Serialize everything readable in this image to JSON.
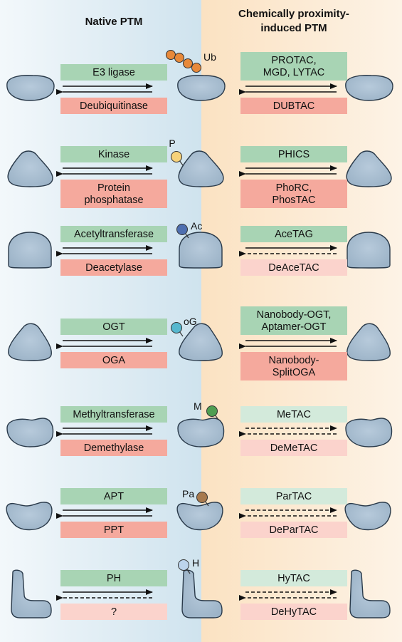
{
  "headers": {
    "native": "Native PTM",
    "chemical_line1": "Chemically proximity-",
    "chemical_line2": "induced PTM"
  },
  "rows": [
    {
      "ptm": "Ub",
      "native_top": [
        "E3 ligase"
      ],
      "native_bottom": [
        "Deubiquitinase"
      ],
      "chem_top": [
        "PROTAC,",
        "MGD, LYTAC"
      ],
      "chem_bottom": [
        "DUBTAC"
      ],
      "native_bottom_dashed": false,
      "chem_top_dashed": false,
      "chem_bottom_dashed": false,
      "shape": "oval"
    },
    {
      "ptm": "P",
      "native_top": [
        "Kinase"
      ],
      "native_bottom": [
        "Protein",
        "phosphatase"
      ],
      "chem_top": [
        "PHICS"
      ],
      "chem_bottom": [
        "PhoRC,",
        "PhosTAC"
      ],
      "native_bottom_dashed": false,
      "chem_top_dashed": false,
      "chem_bottom_dashed": false,
      "shape": "tri"
    },
    {
      "ptm": "Ac",
      "native_top": [
        "Acetyltransferase"
      ],
      "native_bottom": [
        "Deacetylase"
      ],
      "chem_top": [
        "AceTAG"
      ],
      "chem_bottom": [
        "DeAceTAC"
      ],
      "native_bottom_dashed": false,
      "chem_top_dashed": false,
      "chem_bottom_dashed": true,
      "shape": "dome"
    },
    {
      "ptm": "oG",
      "native_top": [
        "OGT"
      ],
      "native_bottom": [
        "OGA"
      ],
      "chem_top": [
        "Nanobody-OGT,",
        "Aptamer-OGT"
      ],
      "chem_bottom": [
        "Nanobody-",
        "SplitOGA"
      ],
      "native_bottom_dashed": false,
      "chem_top_dashed": false,
      "chem_bottom_dashed": false,
      "shape": "tri2"
    },
    {
      "ptm": "M",
      "native_top": [
        "Methyltransferase"
      ],
      "native_bottom": [
        "Demethylase"
      ],
      "chem_top": [
        "MeTAC"
      ],
      "chem_bottom": [
        "DeMeTAC"
      ],
      "native_bottom_dashed": false,
      "chem_top_dashed": true,
      "chem_bottom_dashed": true,
      "shape": "blob"
    },
    {
      "ptm": "Pa",
      "native_top": [
        "APT"
      ],
      "native_bottom": [
        "PPT"
      ],
      "chem_top": [
        "ParTAC"
      ],
      "chem_bottom": [
        "DeParTAC"
      ],
      "native_bottom_dashed": false,
      "chem_top_dashed": true,
      "chem_bottom_dashed": true,
      "shape": "kidney"
    },
    {
      "ptm": "H",
      "native_top": [
        "PH"
      ],
      "native_bottom": [
        "?"
      ],
      "chem_top": [
        "HyTAC"
      ],
      "chem_bottom": [
        "DeHyTAC"
      ],
      "native_bottom_dashed": true,
      "chem_top_dashed": true,
      "chem_bottom_dashed": true,
      "shape": "boot"
    }
  ],
  "colors": {
    "green": "#a8d4b4",
    "green_light": "#d3eadb",
    "red": "#f5a99d",
    "red_light": "#fbd3cc",
    "protein": "#9db4c8",
    "protein_stroke": "#2a3a4a",
    "ub": "#e8893a",
    "p": "#f6d27a",
    "ac": "#4f6fb0",
    "og": "#57b8cf",
    "m": "#4f9e52",
    "pa": "#a87a4e",
    "h": "#bcd4ec",
    "left_bg_top": "#f3f8fb",
    "left_bg_mid": "#cfe3ee",
    "right_bg_mid": "#fbe2c2",
    "right_bg_edge": "#fdf3e6"
  }
}
